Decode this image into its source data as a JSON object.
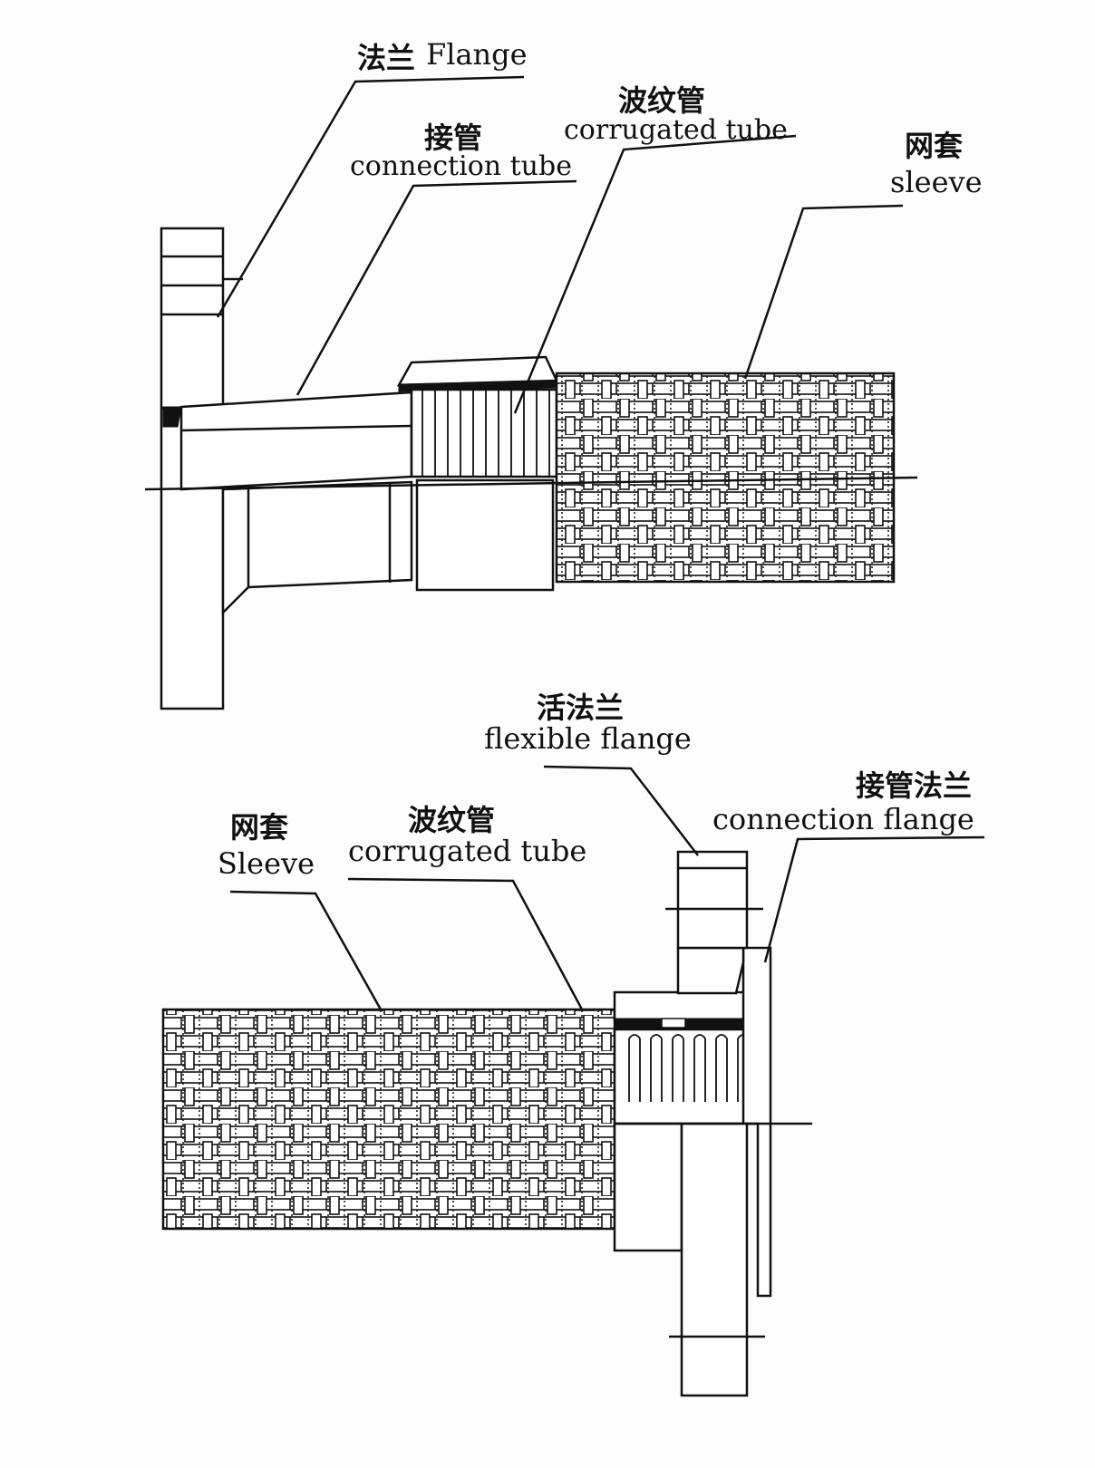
{
  "top_diagram": {
    "flange": {
      "cn": "法兰",
      "en": "Flange"
    },
    "connection_tube": {
      "cn": "接管",
      "en": "connection tube"
    },
    "corrugated_tube": {
      "cn": "波纹管",
      "en": "corrugated tube"
    },
    "sleeve": {
      "cn": "网套",
      "en": "sleeve"
    }
  },
  "bottom_diagram": {
    "flexible_flange": {
      "cn": "活法兰",
      "en": "flexible flange"
    },
    "connection_flange": {
      "cn": "接管法兰",
      "en": "connection flange"
    },
    "corrugated_tube": {
      "cn": "波纹管",
      "en": "corrugated tube"
    },
    "sleeve": {
      "cn": "网套",
      "en": "Sleeve"
    }
  },
  "colors": {
    "line": "#111111",
    "background": "#fdfdfd"
  }
}
